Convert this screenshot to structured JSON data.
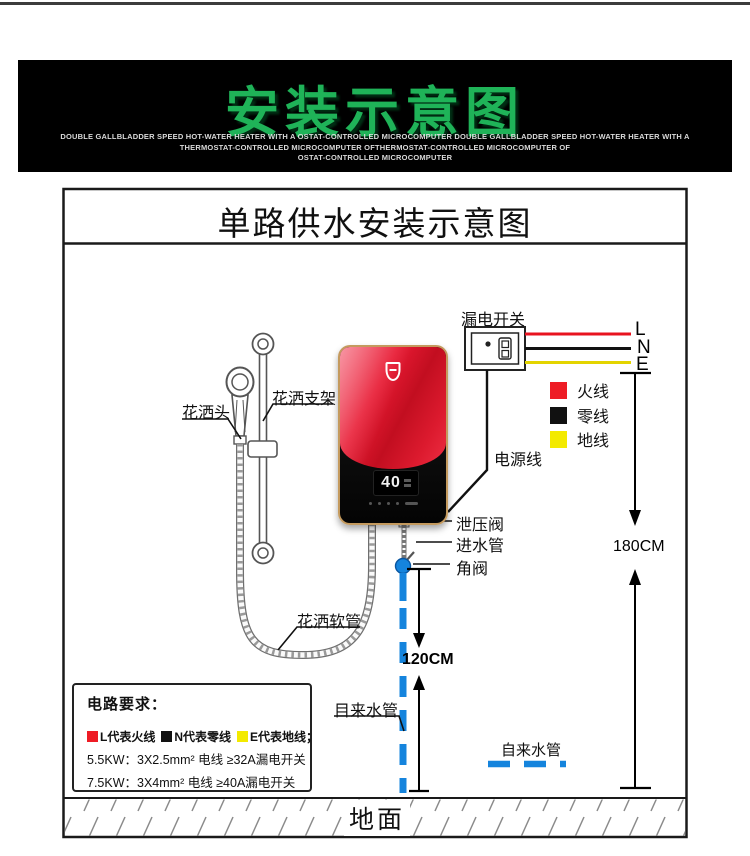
{
  "banner": {
    "title": "安装示意图",
    "title_color": "#1fb358",
    "subtitle_lines": [
      "DOUBLE GALLBLADDER SPEED HOT-WATER HEATER WITH A OSTAT-CONTROLLED MICROCOMPUTER DOUBLE GALLBLADDER SPEED HOT-WATER HEATER WITH A",
      "THERMOSTAT-CONTROLLED MICROCOMPUTER OFTHERMOSTAT-CONTROLLED MICROCOMPUTER OF",
      "OSTAT-CONTROLLED MICROCOMPUTER"
    ]
  },
  "diagram": {
    "title": "单路供水安装示意图",
    "labels": {
      "leakage_switch": "漏电开关",
      "shower_head": "花洒头",
      "shower_bracket": "花洒支架",
      "shower_hose": "花洒软管",
      "power_cord": "电源线",
      "relief_valve": "泄压阀",
      "inlet_pipe": "进水管",
      "angle_valve": "角阀",
      "tap_water_riser": "目来水管",
      "tap_water_main": "自来水管",
      "ground": "地面"
    },
    "terminals": {
      "l": "L",
      "n": "N",
      "e": "E"
    },
    "legend": [
      {
        "label": "火线",
        "color": "#ee1c25"
      },
      {
        "label": "零线",
        "color": "#111111"
      },
      {
        "label": "地线",
        "color": "#f3ea00"
      }
    ],
    "dimensions": {
      "switch_height": "180CM",
      "valve_height": "120CM"
    },
    "pipe_color": "#1584dd",
    "wire_colors": {
      "live": "#e8131f",
      "neutral": "#111111",
      "earth": "#e3d400"
    },
    "heater": {
      "display_value": "40"
    }
  },
  "requirements": {
    "title": "电路要求：",
    "legend_items": [
      {
        "text": "L代表火线",
        "color": "#ee1c25"
      },
      {
        "text": "N代表零线",
        "color": "#111111"
      },
      {
        "text": "E代表地线；",
        "color": "#f3ea00"
      }
    ],
    "rows": [
      "5.5KW：3X2.5mm² 电线 ≥32A漏电开关",
      "7.5KW：3X4mm² 电线  ≥40A漏电开关"
    ]
  }
}
